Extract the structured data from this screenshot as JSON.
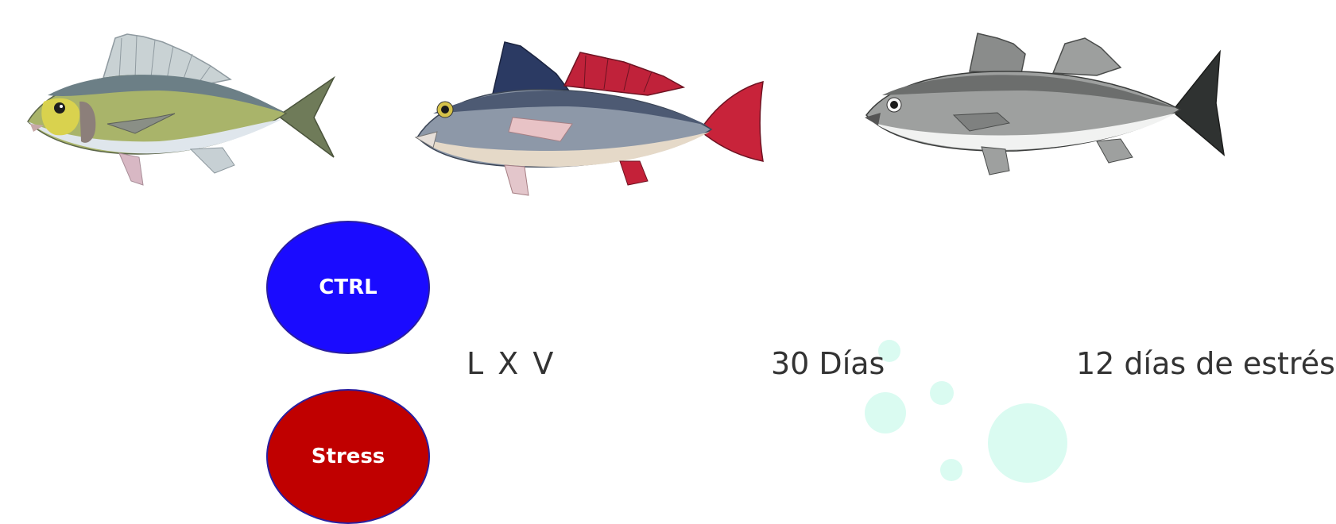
{
  "illustrations": [
    {
      "name": "gilthead-sea-bream"
    },
    {
      "name": "meagre"
    },
    {
      "name": "european-sea-bass"
    }
  ],
  "groups": {
    "ctrl": {
      "label": "CTRL",
      "color": "#1a0bff"
    },
    "stress": {
      "label": "Stress",
      "color": "#c00000"
    }
  },
  "timeline": {
    "step1": "L X V",
    "step2": "30 Días",
    "step3": "12 días de estrés"
  },
  "colors": {
    "text": "#333333",
    "bubbles": "#d6fbf0"
  }
}
